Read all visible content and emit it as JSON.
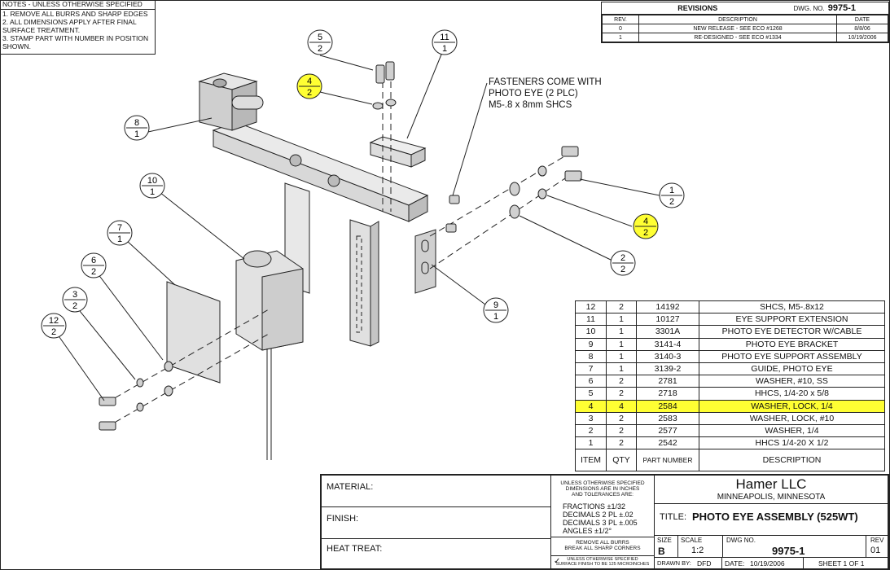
{
  "notes": {
    "header": "NOTES - UNLESS OTHERWISE SPECIFIED",
    "items": [
      "1. REMOVE ALL BURRS AND SHARP EDGES",
      "2. ALL DIMENSIONS APPLY AFTER FINAL SURFACE TREATMENT.",
      "3. STAMP PART WITH NUMBER IN POSITION SHOWN."
    ]
  },
  "revisions": {
    "title": "REVISIONS",
    "dwg_label": "DWG. NO.",
    "dwg_no": "9975-1",
    "headers": [
      "REV.",
      "DESCRIPTION",
      "DATE"
    ],
    "rows": [
      [
        "0",
        "NEW RELEASE - SEE ECO #1268",
        "8/8/06"
      ],
      [
        "1",
        "RE-DESIGNED - SEE ECO #1334",
        "10/19/2006"
      ]
    ]
  },
  "callout_note": [
    "FASTENERS COME WITH",
    "PHOTO EYE (2 PLC)",
    "M5-.8 x 8mm SHCS"
  ],
  "balloons": [
    {
      "item": "5",
      "qty": "2",
      "highlight": false
    },
    {
      "item": "4",
      "qty": "2",
      "highlight": true
    },
    {
      "item": "11",
      "qty": "1",
      "highlight": false
    },
    {
      "item": "8",
      "qty": "1",
      "highlight": false
    },
    {
      "item": "10",
      "qty": "1",
      "highlight": false
    },
    {
      "item": "7",
      "qty": "1",
      "highlight": false
    },
    {
      "item": "6",
      "qty": "2",
      "highlight": false
    },
    {
      "item": "3",
      "qty": "2",
      "highlight": false
    },
    {
      "item": "12",
      "qty": "2",
      "highlight": false
    },
    {
      "item": "1",
      "qty": "2",
      "highlight": false
    },
    {
      "item": "4",
      "qty": "2",
      "highlight": true
    },
    {
      "item": "2",
      "qty": "2",
      "highlight": false
    },
    {
      "item": "9",
      "qty": "1",
      "highlight": false
    }
  ],
  "bom": {
    "headers": [
      "ITEM",
      "QTY",
      "PART NUMBER",
      "DESCRIPTION"
    ],
    "rows": [
      {
        "item": "12",
        "qty": "2",
        "part": "14192",
        "desc": "SHCS, M5-.8x12",
        "highlight": false
      },
      {
        "item": "11",
        "qty": "1",
        "part": "10127",
        "desc": "EYE SUPPORT EXTENSION",
        "highlight": false
      },
      {
        "item": "10",
        "qty": "1",
        "part": "3301A",
        "desc": "PHOTO EYE DETECTOR W/CABLE",
        "highlight": false
      },
      {
        "item": "9",
        "qty": "1",
        "part": "3141-4",
        "desc": "PHOTO EYE BRACKET",
        "highlight": false
      },
      {
        "item": "8",
        "qty": "1",
        "part": "3140-3",
        "desc": "PHOTO EYE SUPPORT ASSEMBLY",
        "highlight": false
      },
      {
        "item": "7",
        "qty": "1",
        "part": "3139-2",
        "desc": "GUIDE, PHOTO EYE",
        "highlight": false
      },
      {
        "item": "6",
        "qty": "2",
        "part": "2781",
        "desc": "WASHER, #10, SS",
        "highlight": false
      },
      {
        "item": "5",
        "qty": "2",
        "part": "2718",
        "desc": "HHCS, 1/4-20 x 5/8",
        "highlight": false
      },
      {
        "item": "4",
        "qty": "4",
        "part": "2584",
        "desc": "WASHER, LOCK, 1/4",
        "highlight": true
      },
      {
        "item": "3",
        "qty": "2",
        "part": "2583",
        "desc": "WASHER, LOCK, #10",
        "highlight": false
      },
      {
        "item": "2",
        "qty": "2",
        "part": "2577",
        "desc": "WASHER, 1/4",
        "highlight": false
      },
      {
        "item": "1",
        "qty": "2",
        "part": "2542",
        "desc": "HHCS 1/4-20 X 1/2",
        "highlight": false
      }
    ]
  },
  "title_block": {
    "material_label": "MATERIAL:",
    "finish_label": "FINISH:",
    "heat_treat_label": "HEAT TREAT:",
    "tolerance_lines": [
      "UNLESS OTHERWISE SPECIFIED",
      "DIMENSIONS ARE IN INCHES",
      "AND TOLERANCES ARE:"
    ],
    "fractions": "FRACTIONS ±1/32",
    "dec2": "DECIMALS 2 PL ±.02",
    "dec3": "DECIMALS 3 PL ±.005",
    "angles": "ANGLES ±1/2°",
    "burrs": [
      "REMOVE ALL BURRS",
      "BREAK ALL SHARP CORNERS"
    ],
    "surface": [
      "UNLESS OTHERWISE SPECIFIED",
      "SURFACE FINISH TO BE 125 MICROINCHES"
    ],
    "company": "Hamer LLC",
    "city": "MINNEAPOLIS, MINNESOTA",
    "title_label": "TITLE:",
    "title": "PHOTO EYE ASSEMBLY (525WT)",
    "size_label": "SIZE",
    "size": "B",
    "scale_label": "SCALE",
    "scale": "1:2",
    "dwg_label": "DWG NO.",
    "dwg_no": "9975-1",
    "rev_label": "REV",
    "rev": "01",
    "drawn_label": "DRAWN BY:",
    "drawn": "DFD",
    "date_label": "DATE:",
    "date": "10/19/2006",
    "sheet": "SHEET 1 OF 1"
  }
}
